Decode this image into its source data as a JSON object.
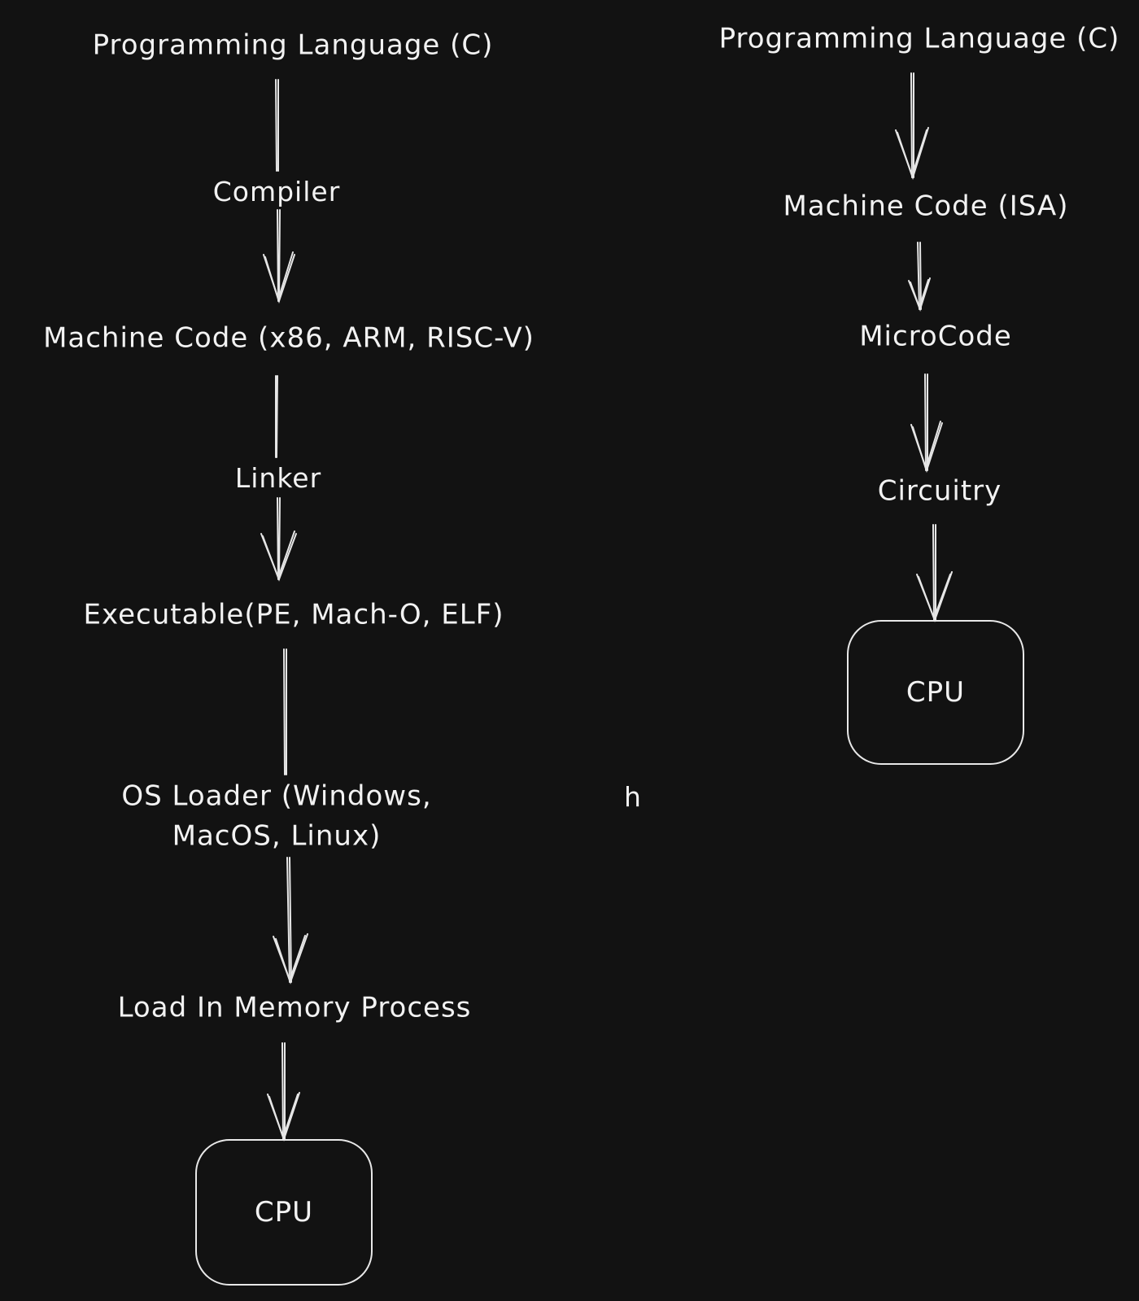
{
  "left_flow": {
    "programming_language": "Programming Language (C)",
    "compiler": "Compiler",
    "machine_code": "Machine Code (x86, ARM, RISC-V)",
    "linker": "Linker",
    "executable": "Executable(PE, Mach-O, ELF)",
    "os_loader": "OS Loader (Windows, MacOS, Linux)",
    "load_in_memory": "Load In Memory Process",
    "cpu": "CPU"
  },
  "right_flow": {
    "programming_language": "Programming Language (C)",
    "machine_code": "Machine Code (ISA)",
    "microcode": "MicroCode",
    "circuitry": "Circuitry",
    "cpu": "CPU"
  },
  "stray_text": "h"
}
